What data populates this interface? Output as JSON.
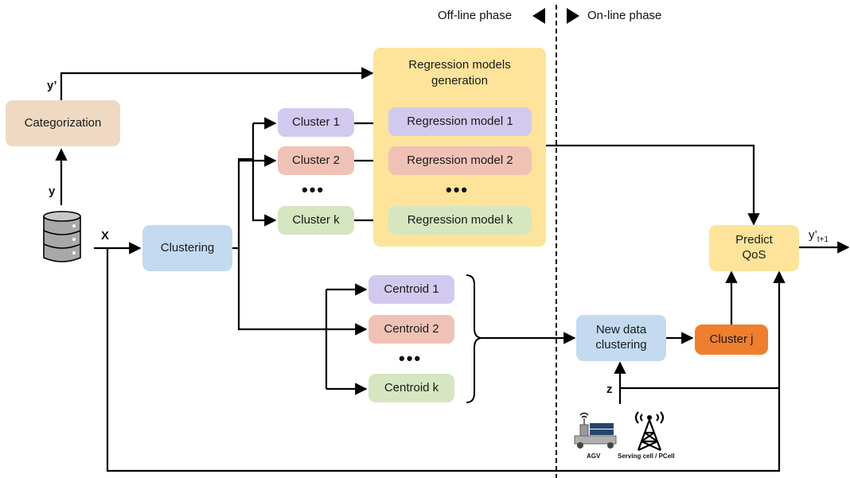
{
  "phase_labels": {
    "offline": "Off-line phase",
    "online": "On-line phase"
  },
  "boxes": {
    "categorization": "Categorization",
    "clustering": "Clustering",
    "regression_group": "Regression models generation",
    "cluster_1": "Cluster 1",
    "cluster_2": "Cluster 2",
    "cluster_k": "Cluster k",
    "regression_1": "Regression model 1",
    "regression_2": "Regression model 2",
    "regression_k": "Regression model k",
    "centroid_1": "Centroid 1",
    "centroid_2": "Centroid 2",
    "centroid_k": "Centroid k",
    "new_data_clustering": "New data clustering",
    "cluster_j": "Cluster j",
    "predict_qos": "Predict QoS"
  },
  "ellipsis": "•••",
  "variables": {
    "y_prime": "y’",
    "y": "y",
    "x": "X",
    "z": "z",
    "output_base": "y’",
    "output_sub": "t+1"
  },
  "icons": {
    "database": "database-icon",
    "agv": "agv-icon",
    "cell_tower": "cell-tower-icon"
  },
  "icon_labels": {
    "agv": "AGV",
    "cell": "Serving cell / PCell"
  },
  "colors": {
    "categorization": "#f0d9c3",
    "clustering": "#c3daf0",
    "regression_group": "#fde49a",
    "cluster_1": "#d2c9ee",
    "cluster_2": "#f0c2b6",
    "cluster_k": "#d6e6c0",
    "regression_model": "#d6e6c0",
    "new_data": "#c3daf0",
    "cluster_j": "#ef7f2d",
    "predict": "#fde49a"
  }
}
